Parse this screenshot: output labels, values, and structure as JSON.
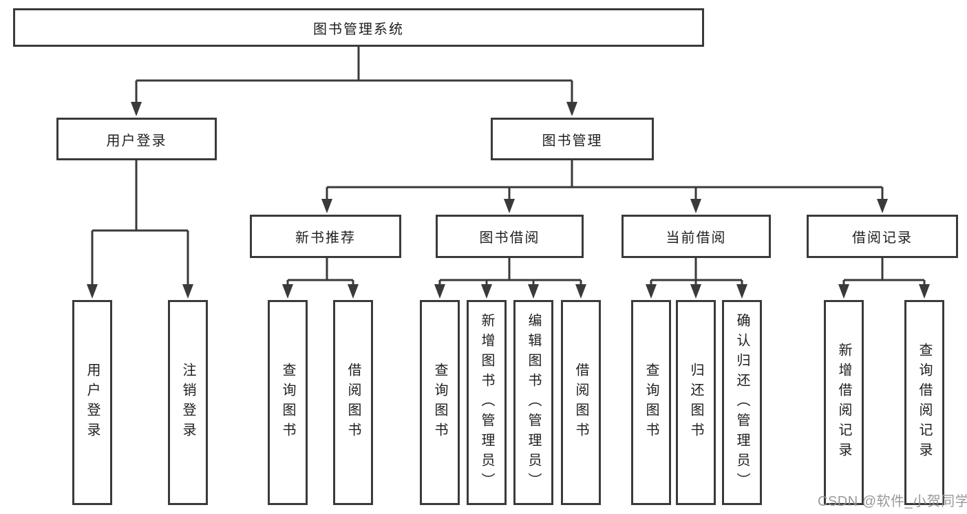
{
  "diagram": {
    "type": "hierarchy-tree",
    "colors": {
      "line": "#3a3a3a",
      "box_border": "#3a3a3a",
      "box_fill": "#ffffff",
      "text": "#1f1f1f",
      "watermark": "#949494",
      "background": "#ffffff"
    },
    "tree": {
      "root": {
        "label": "图书管理系统",
        "children": [
          {
            "label": "用户登录",
            "children": [
              {
                "label": "用户登录"
              },
              {
                "label": "注销登录"
              }
            ]
          },
          {
            "label": "图书管理",
            "children": [
              {
                "label": "新书推荐",
                "children": [
                  {
                    "label": "查询图书"
                  },
                  {
                    "label": "借阅图书"
                  }
                ]
              },
              {
                "label": "图书借阅",
                "children": [
                  {
                    "label": "查询图书"
                  },
                  {
                    "label": "新增图书（管理员）"
                  },
                  {
                    "label": "编辑图书（管理员）"
                  },
                  {
                    "label": "借阅图书"
                  }
                ]
              },
              {
                "label": "当前借阅",
                "children": [
                  {
                    "label": "查询图书"
                  },
                  {
                    "label": "归还图书"
                  },
                  {
                    "label": "确认归还（管理员）"
                  }
                ]
              },
              {
                "label": "借阅记录",
                "children": [
                  {
                    "label": "新增借阅记录"
                  },
                  {
                    "label": "查询借阅记录"
                  }
                ]
              }
            ]
          }
        ]
      }
    }
  },
  "watermark": {
    "text": "CSDN @软件_小贺同学"
  }
}
